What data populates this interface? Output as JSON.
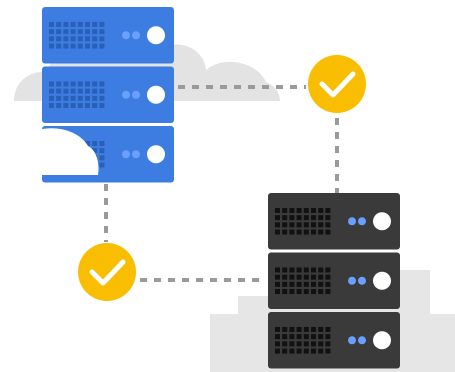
{
  "diagram": {
    "colors": {
      "background": "#ffffff",
      "cloud": "#e3e3e3",
      "mountain": "#e6e6e6",
      "blue_server": "#3d7de2",
      "blue_server_grid": "#2a5fb7",
      "dark_server": "#3a3a3a",
      "dark_server_grid": "#111111",
      "led_blue": "#6a9fff",
      "led_white": "#ffffff",
      "check_badge": "#f9bd02",
      "check_mark": "#ffffff",
      "connector": "#9a9a9a"
    },
    "icons": {
      "cloud": "cloud-icon",
      "check": "checkmark-icon",
      "blue_rack": "server-rack-icon",
      "dark_rack": "server-rack-icon"
    },
    "blue_rack_units": 3,
    "dark_rack_units": 3,
    "checks": 2
  }
}
